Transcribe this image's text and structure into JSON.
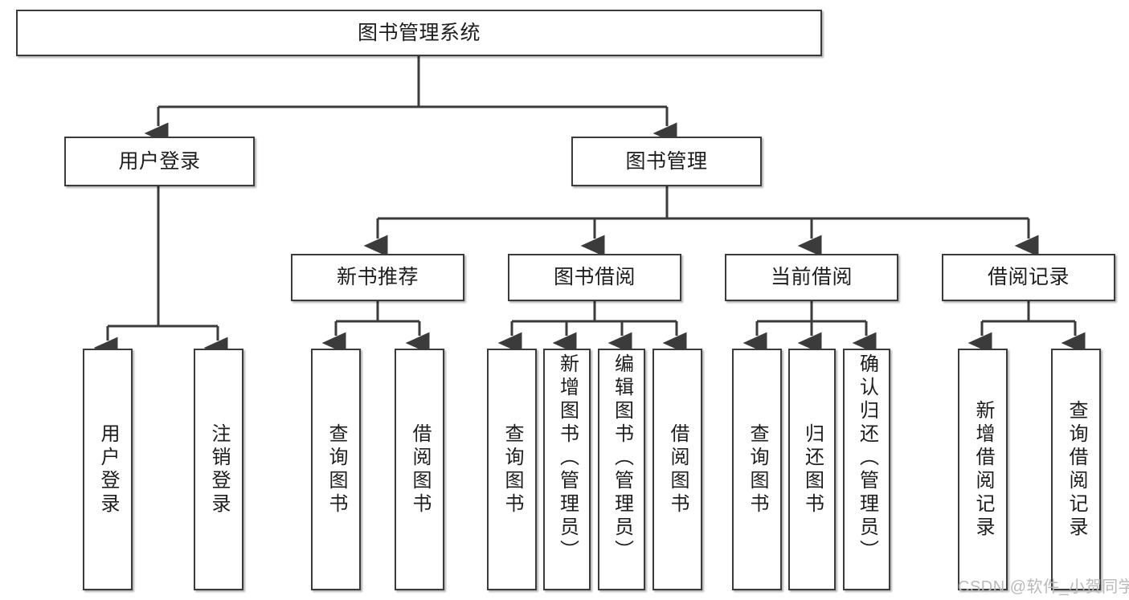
{
  "diagram": {
    "title": "图书管理系统",
    "type": "tree-hierarchy-chart",
    "root": {
      "label": "图书管理系统"
    },
    "level2": [
      {
        "label": "用户登录"
      },
      {
        "label": "图书管理"
      }
    ],
    "level3": [
      {
        "label": "新书推荐"
      },
      {
        "label": "图书借阅"
      },
      {
        "label": "当前借阅"
      },
      {
        "label": "借阅记录"
      }
    ],
    "leaves": {
      "user_login": [
        {
          "label": "用户登录"
        },
        {
          "label": "注销登录"
        }
      ],
      "new_book_recommend": [
        {
          "label": "查询图书"
        },
        {
          "label": "借阅图书"
        }
      ],
      "book_borrow": [
        {
          "label": "查询图书"
        },
        {
          "label": "新增图书（管理员）"
        },
        {
          "label": "编辑图书（管理员）"
        },
        {
          "label": "借阅图书"
        }
      ],
      "current_borrow": [
        {
          "label": "查询图书"
        },
        {
          "label": "归还图书"
        },
        {
          "label": "确认归还（管理员）"
        }
      ],
      "borrow_record": [
        {
          "label": "新增借阅记录"
        },
        {
          "label": "查询借阅记录"
        }
      ]
    }
  },
  "watermark": {
    "text": "CSDN @软件_小贺同学"
  },
  "colors": {
    "stroke": "#3b3b3b",
    "box_fill": "#ffffff",
    "text": "#1d1d1d",
    "watermark": "#b9b9b9",
    "canvas": "#ffffff"
  }
}
